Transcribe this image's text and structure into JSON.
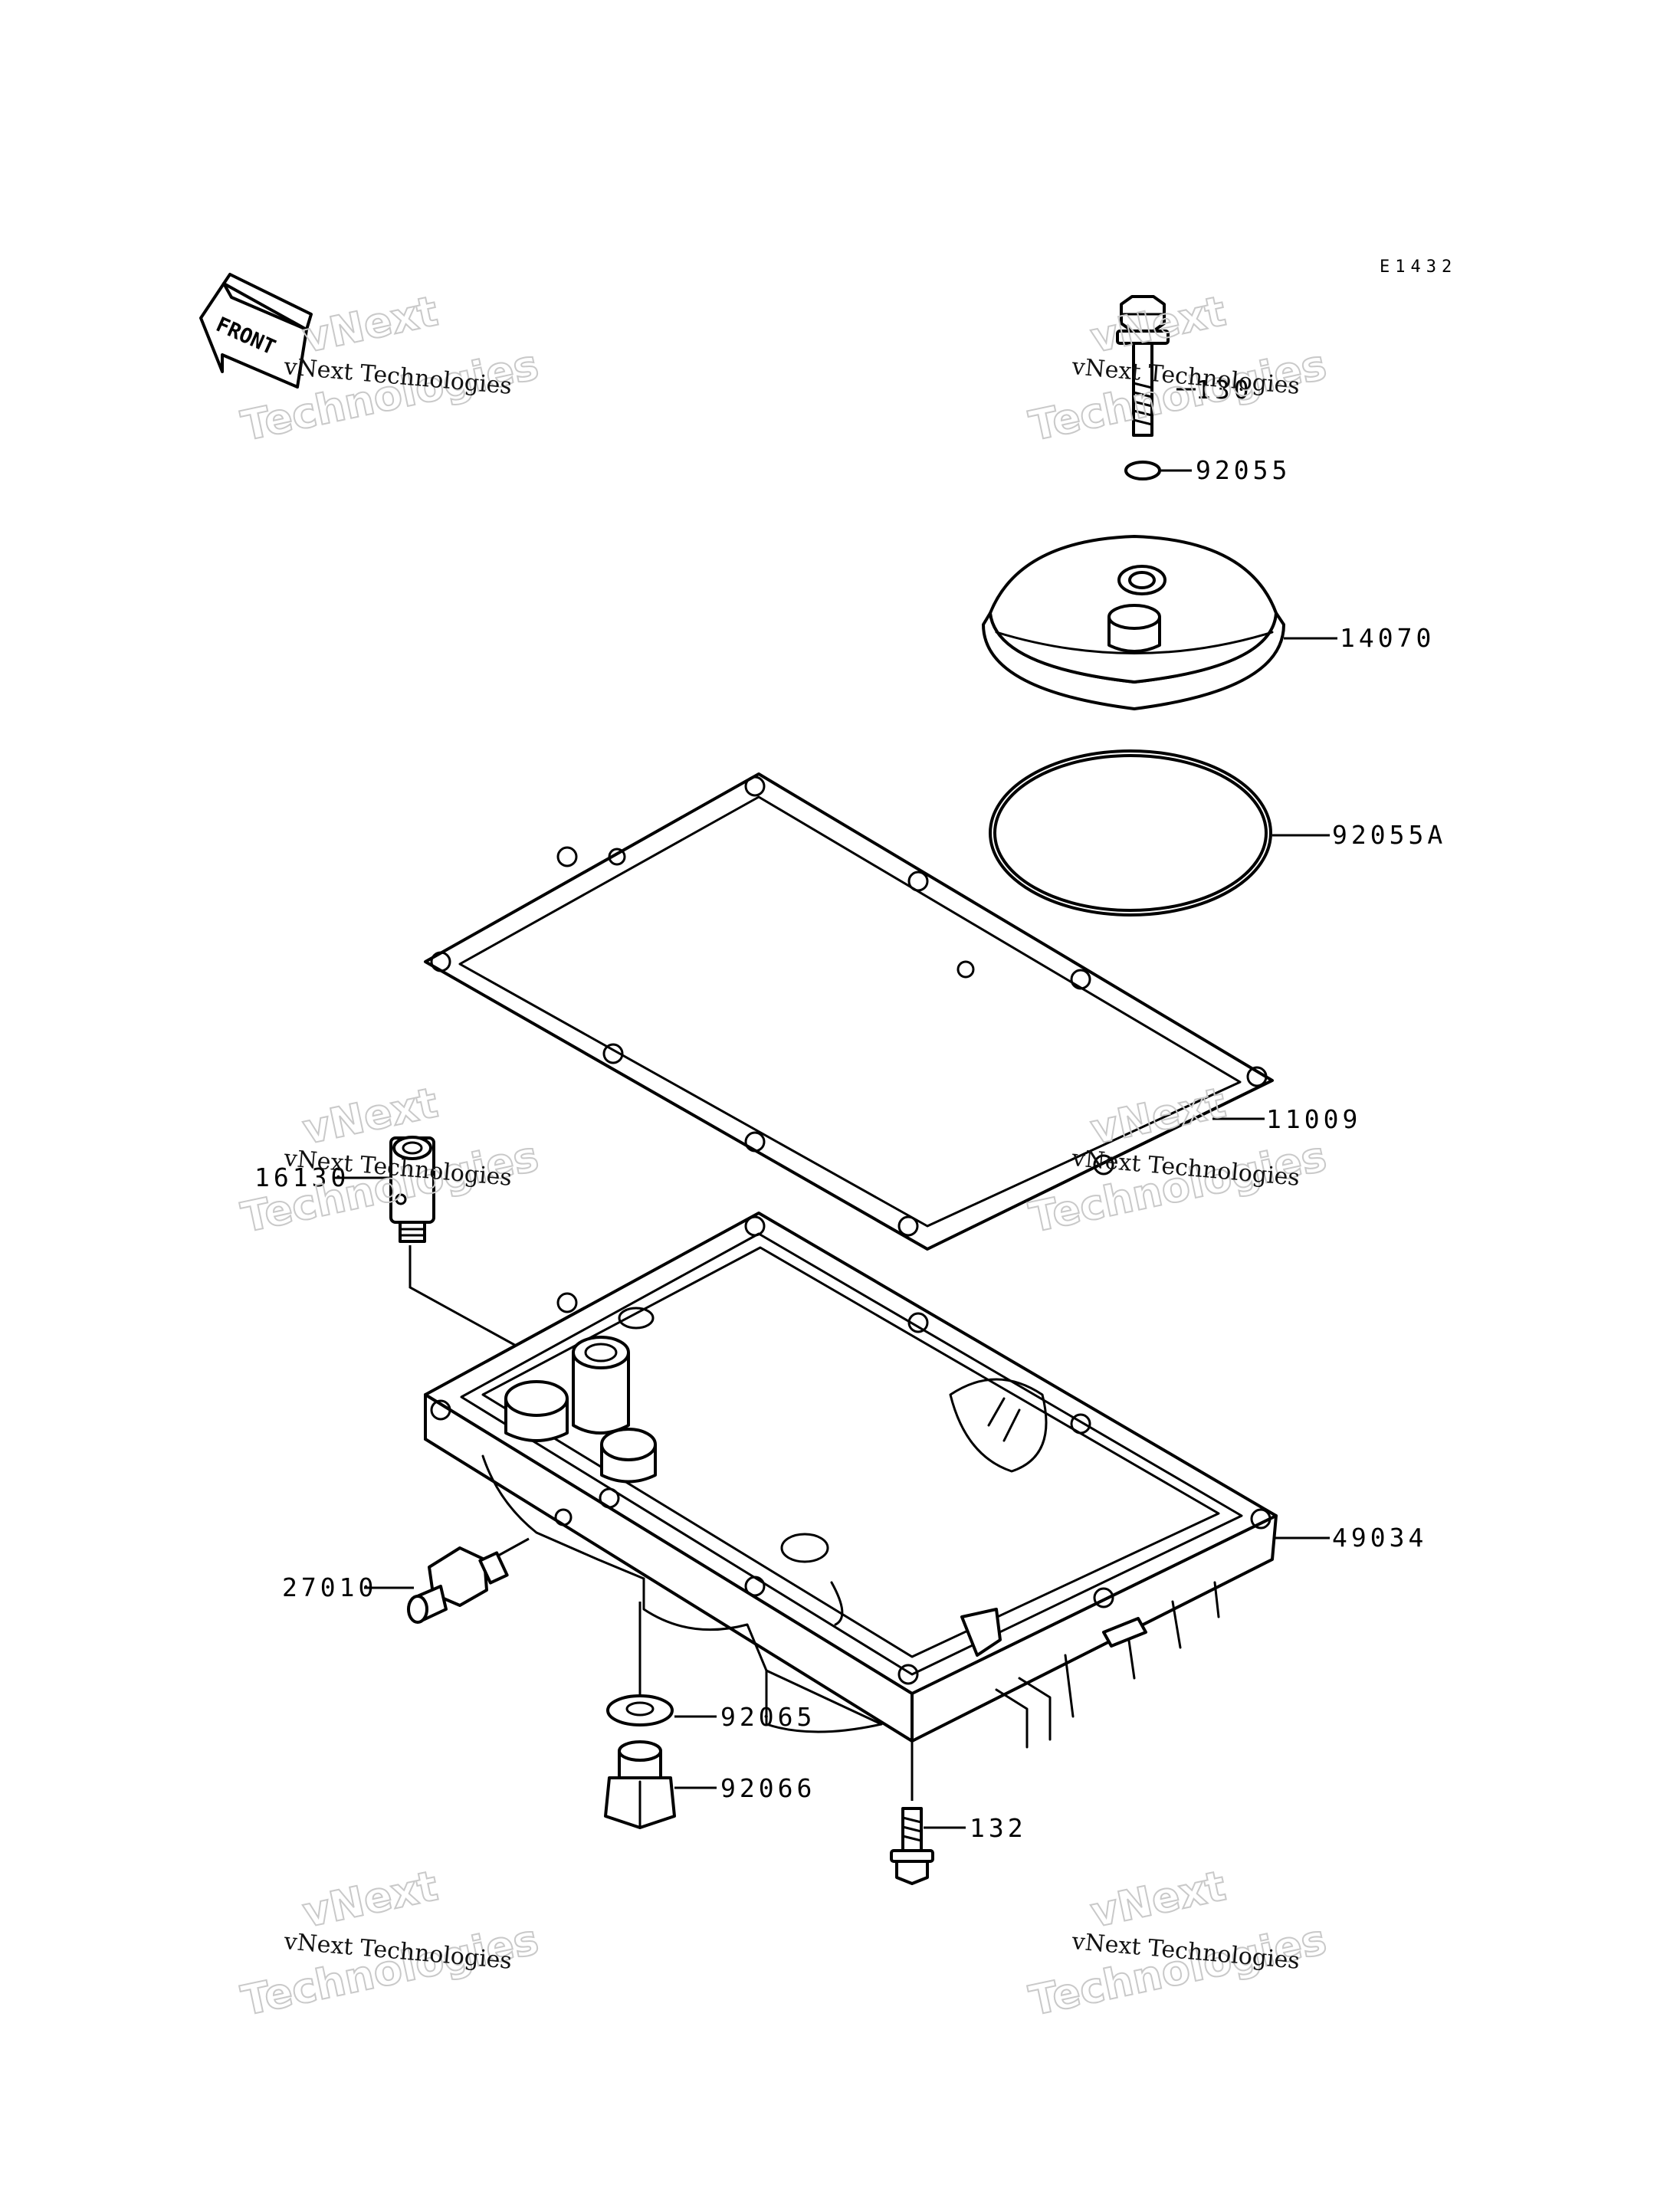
{
  "diagram": {
    "code": "E1432",
    "front_label": "FRONT",
    "watermark": {
      "line_small": "vNext Technologies",
      "line_big_1": "vNext",
      "line_big_2": "Technologies"
    },
    "parts": [
      {
        "id": "bolt-top",
        "number": "130"
      },
      {
        "id": "oring-small",
        "number": "92055"
      },
      {
        "id": "cap",
        "number": "14070"
      },
      {
        "id": "oring-big",
        "number": "92055A"
      },
      {
        "id": "gasket",
        "number": "11009"
      },
      {
        "id": "fitting",
        "number": "16130"
      },
      {
        "id": "oil-pan",
        "number": "49034"
      },
      {
        "id": "switch",
        "number": "27010"
      },
      {
        "id": "washer",
        "number": "92065"
      },
      {
        "id": "drain-plug",
        "number": "92066"
      },
      {
        "id": "bolt-bottom",
        "number": "132"
      }
    ]
  }
}
